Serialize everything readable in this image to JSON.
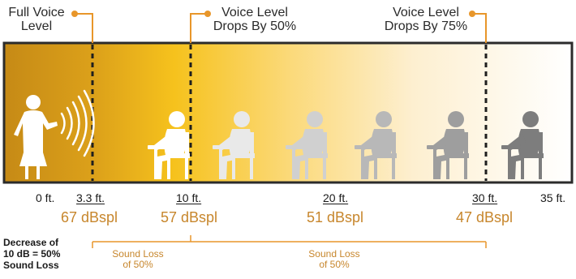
{
  "callouts": {
    "full_voice": [
      "Full Voice",
      "Level"
    ],
    "drop_50": [
      "Voice Level",
      "Drops By 50%"
    ],
    "drop_75": [
      "Voice Level",
      "Drops By 75%"
    ]
  },
  "distance_ticks": [
    "0 ft.",
    "3.3 ft.",
    "10 ft.",
    "20 ft.",
    "30 ft.",
    "35 ft."
  ],
  "sound_levels": [
    "67 dBspl",
    "57 dBspl",
    "51 dBspl",
    "47 dBspl"
  ],
  "sound_loss": {
    "first": [
      "Sound Loss",
      "of 50%"
    ],
    "second": [
      "Sound Loss",
      "of 50%"
    ]
  },
  "note": [
    "Decrease of",
    "10 dB = 50%",
    "Sound Loss"
  ],
  "colors": {
    "accent": "#e8962a",
    "label_orange": "#c7862c",
    "gradient_dark": "#c9921a",
    "gradient_mid": "#f6c21d",
    "gradient_light": "#ffffff"
  },
  "icons": [
    "teacher-figure-icon",
    "sound-waves-icon",
    "student-desk-icon"
  ]
}
